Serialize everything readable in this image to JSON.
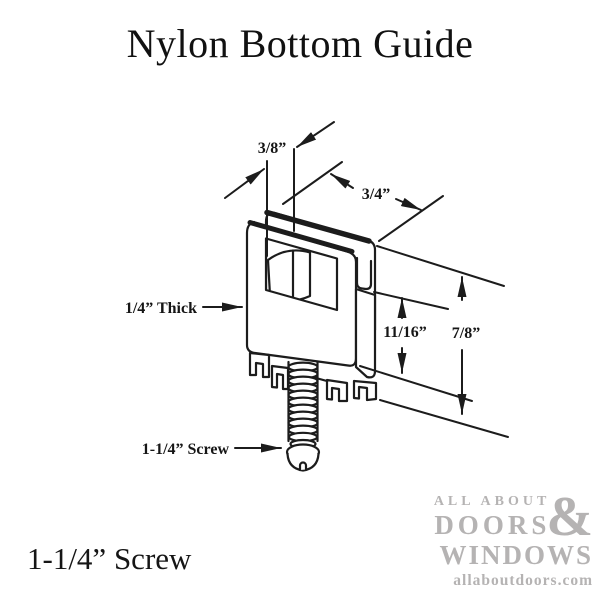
{
  "title": "Nylon Bottom Guide",
  "caption": "1-1/4” Screw",
  "dimensions": {
    "slot_width": "3/8”",
    "channel_depth": "3/4”",
    "thickness": "1/4” Thick",
    "inner_height": "11/16”",
    "overall_height": "7/8”",
    "screw": "1-1/4” Screw"
  },
  "logo": {
    "line1": "ALL ABOUT",
    "ampersand": "&",
    "line2": "DOORS",
    "line3": "WINDOWS",
    "website": "allaboutdoors.com"
  },
  "colors": {
    "line": "#1c1c1c",
    "logo_gray": "#b5b3b3",
    "background": "#ffffff"
  }
}
